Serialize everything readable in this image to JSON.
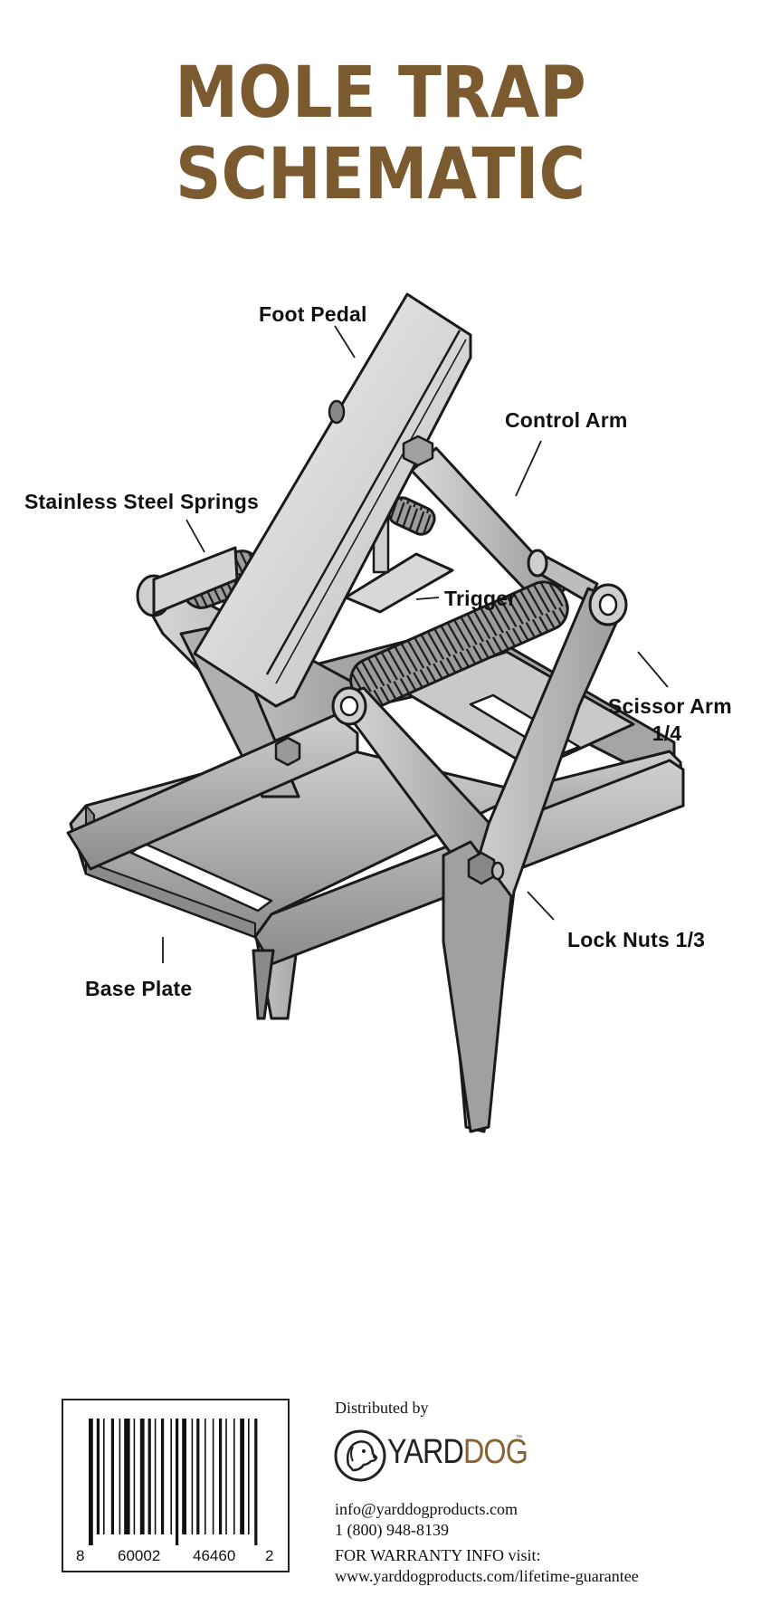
{
  "title": {
    "line1": "MOLE TRAP",
    "line2": "SCHEMATIC"
  },
  "labels": {
    "foot_pedal": "Foot Pedal",
    "control_arm": "Control Arm",
    "springs": "Stainless Steel Springs",
    "trigger": "Trigger",
    "scissor_arm": "Scissor Arm",
    "scissor_arm_qty": "1/4",
    "lock_nuts": "Lock Nuts 1/3",
    "base_plate": "Base Plate"
  },
  "footer": {
    "barcode": {
      "d1": "8",
      "d2": "60002",
      "d3": "46460",
      "d4": "2"
    },
    "distributed_by": "Distributed by",
    "brand_yard": "YARD",
    "brand_dog": "DOG",
    "trademark": "™",
    "email": "info@yarddogproducts.com",
    "phone": "1 (800) 948-8139",
    "warranty": "FOR WARRANTY INFO visit:",
    "url": "www.yarddogproducts.com/lifetime-guarantee"
  },
  "colors": {
    "title": "#7c5a30",
    "brand_dog": "#8a6335",
    "metal": "#b8b8b8",
    "outline": "#1a1a1a"
  }
}
